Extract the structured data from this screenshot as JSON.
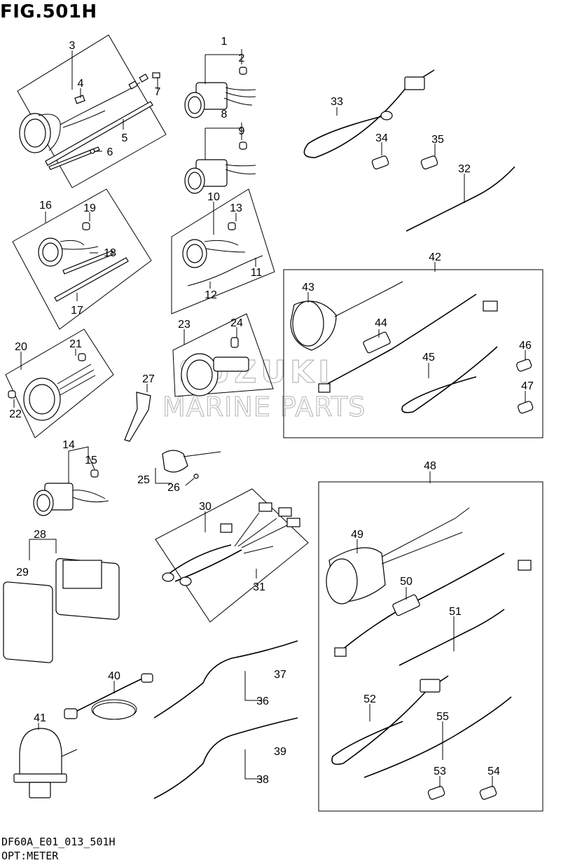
{
  "figure": {
    "title": "FIG.501H",
    "code": "DF60A_E01_013_501H",
    "section": "OPT:METER"
  },
  "watermark": {
    "line1": "SUZUKI",
    "line2": "MARINE PARTS"
  },
  "callouts": [
    "1",
    "2",
    "3",
    "4",
    "5",
    "6",
    "7",
    "8",
    "9",
    "10",
    "11",
    "12",
    "13",
    "14",
    "15",
    "16",
    "17",
    "18",
    "19",
    "20",
    "21",
    "22",
    "23",
    "24",
    "25",
    "26",
    "27",
    "28",
    "29",
    "30",
    "31",
    "32",
    "33",
    "34",
    "35",
    "36",
    "37",
    "38",
    "39",
    "40",
    "41",
    "42",
    "43",
    "44",
    "45",
    "46",
    "47",
    "48",
    "49",
    "50",
    "51",
    "52",
    "53",
    "54",
    "55"
  ]
}
